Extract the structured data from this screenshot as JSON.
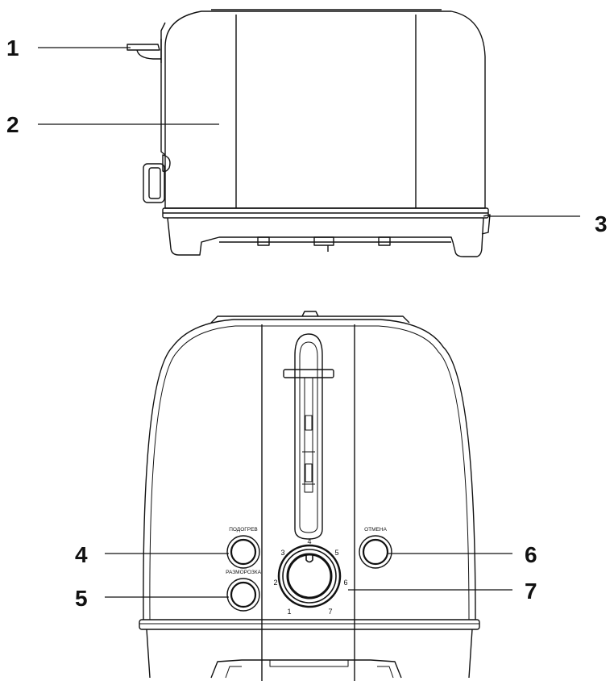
{
  "callouts": {
    "c1": "1",
    "c2": "2",
    "c3": "3",
    "c4": "4",
    "c5": "5",
    "c6": "6",
    "c7": "7"
  },
  "front_panel": {
    "reheat": "ПОДОГРЕВ",
    "defrost": "РАЗМОРОЗКА",
    "cancel": "ОТМЕНА"
  },
  "dial_numbers": [
    "1",
    "2",
    "3",
    "4",
    "5",
    "6",
    "7"
  ],
  "colors": {
    "line": "#111111",
    "background": "#ffffff"
  }
}
